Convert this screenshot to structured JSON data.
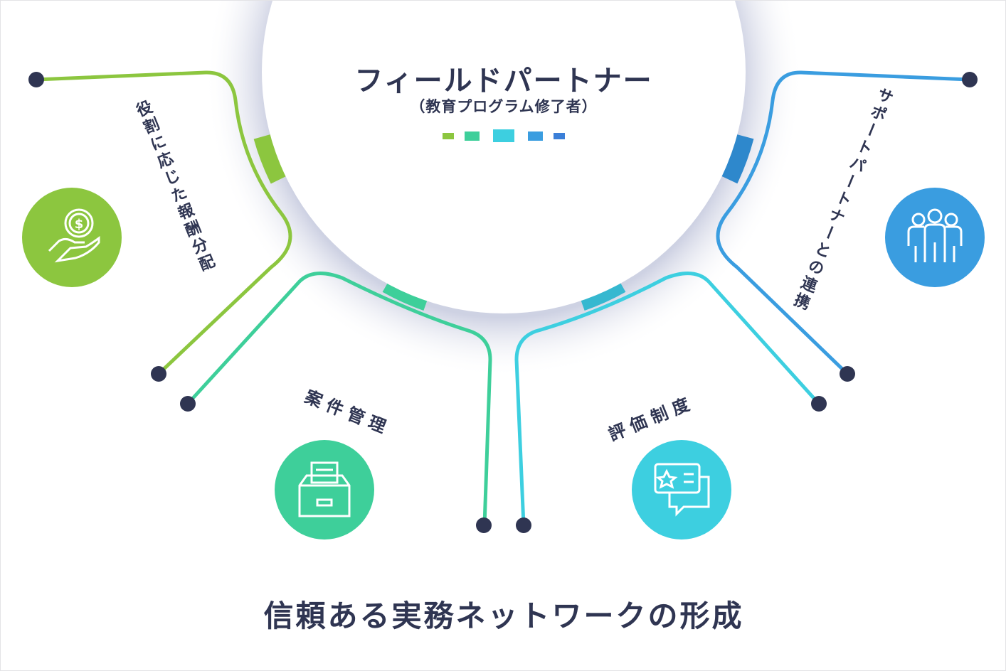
{
  "center": {
    "title": "フィールドパートナー",
    "subtitle": "（教育プログラム修了者）"
  },
  "palette": [
    "#8cc63f",
    "#3ecf9a",
    "#3dcfe0",
    "#3a9de0",
    "#3b7fd8"
  ],
  "branches": [
    {
      "label": "役割に応じた報酬分配",
      "icon": "hand-coin-icon",
      "color": "#8cc63f"
    },
    {
      "label": "案件管理",
      "icon": "file-drawer-icon",
      "color": "#3ecf9a"
    },
    {
      "label": "評価制度",
      "icon": "review-chat-icon",
      "color": "#3dcfe0"
    },
    {
      "label": "サポートパートナーとの連携",
      "icon": "team-icon",
      "color": "#3a9de0"
    }
  ],
  "footer": "信頼ある実務ネットワークの形成"
}
